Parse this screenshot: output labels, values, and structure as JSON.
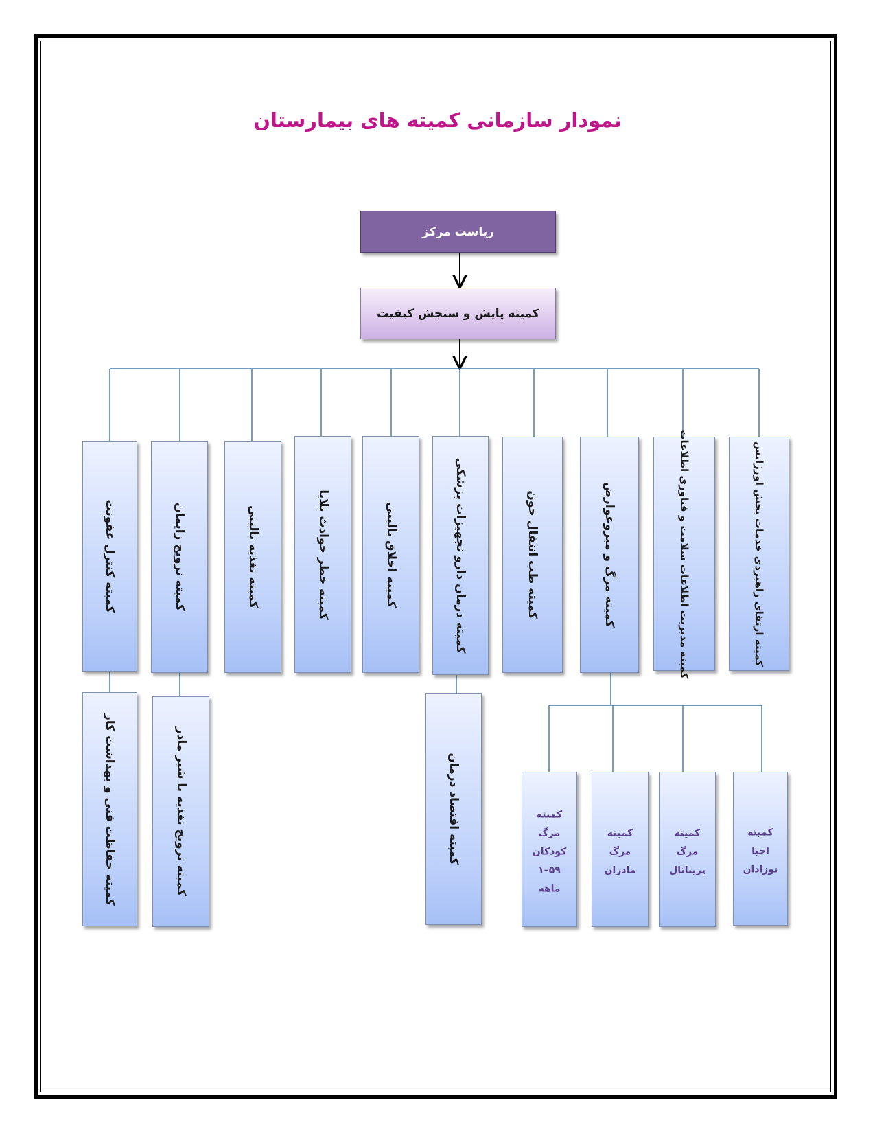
{
  "title": "نمودار سازمانی کمیته های بیمارستان",
  "top_box": "ریاست مرکز",
  "second_box": "کمیته پایش و سنجش کیفیت",
  "committees": {
    "c1": "کمیته کنترل عفونت",
    "c2": "کمیته ترویج زایمان",
    "c3": "کمیته تغذیه بالینی",
    "c4": "کمیته خطر حوادث بلایا",
    "c5": "کمیته اخلاق بالینی",
    "c6": "کمیته درمان دارو تجهیزات پزشکی",
    "c7": "کمیته طب انتقال خون",
    "c8": "کمیته  مرگ و میروعوارض",
    "c9": "کمیته مدیریت اطلاعات سلامت و فناوری اطلاعات",
    "c10": "کمیته ارتقای راهبردی خدمات بخش اورژانس"
  },
  "sub_committees": {
    "s1": "کمیته حفاظت فنی و بهداشت کار",
    "s2": "کمیته ترویج تغذیه با شیر مادر",
    "s6": "کمیته اقتصاد درمان"
  },
  "death_subs": {
    "d1": [
      "کمیته",
      "مرگ",
      "کودکان",
      "۵۹–۱",
      "ماهه"
    ],
    "d2": [
      "کمیته",
      "مرگ",
      "مادران"
    ],
    "d3": [
      "کمیته",
      "مرگ",
      "پریناتال"
    ],
    "d4": [
      "کمیته",
      "احیا",
      "نوزادان"
    ]
  }
}
